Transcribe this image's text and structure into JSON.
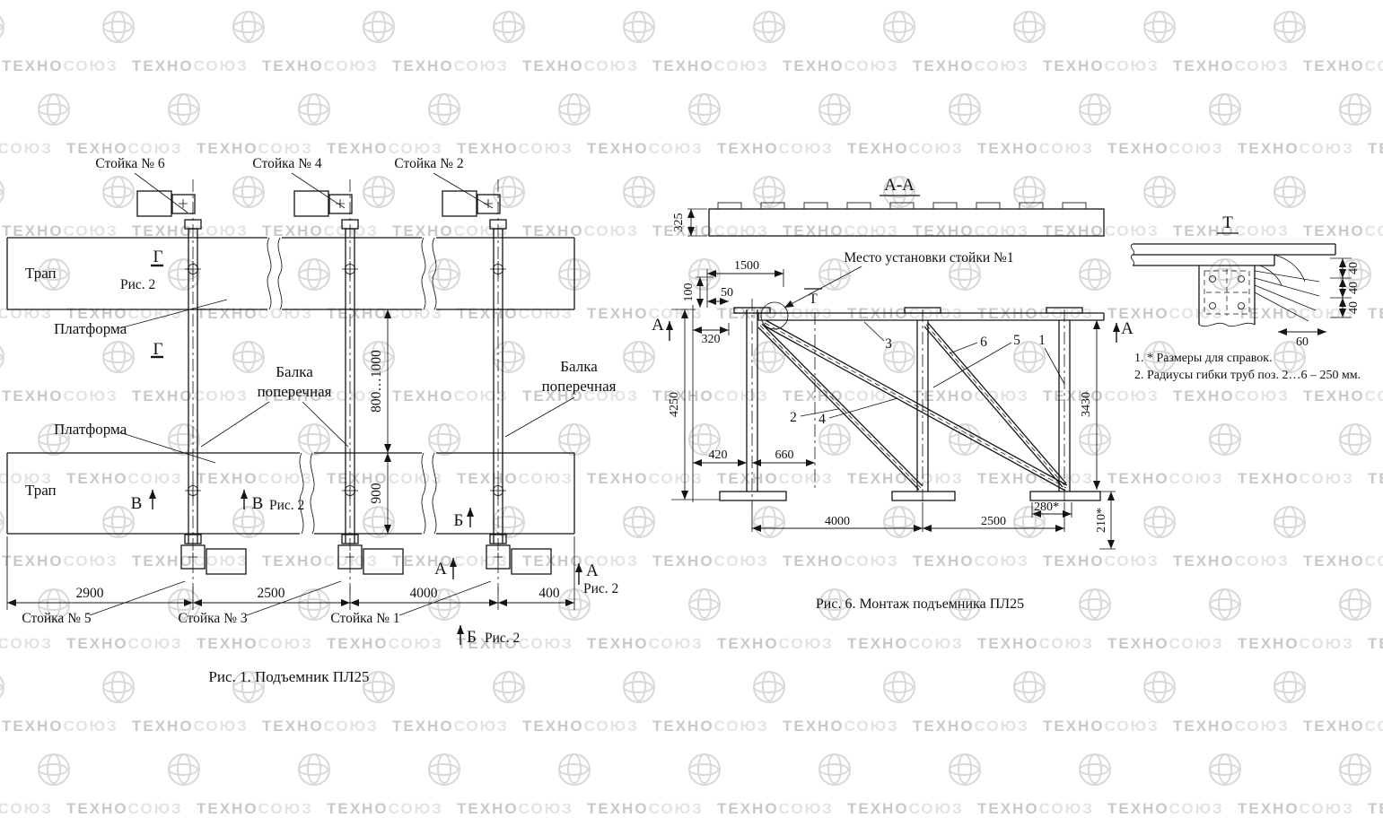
{
  "watermark": {
    "text_bold": "ТЕХНО",
    "text_light": "СОЮЗ"
  },
  "fig1": {
    "caption": "Рис. 1. Подъемник ПЛ25",
    "labels": {
      "stojka6": "Стойка № 6",
      "stojka4": "Стойка № 4",
      "stojka2": "Стойка № 2",
      "stojka5": "Стойка № 5",
      "stojka3": "Стойка № 3",
      "stojka1": "Стойка № 1",
      "trap": "Трап",
      "platforma": "Платформа",
      "balka_line1": "Балка",
      "balka_line2": "поперечная",
      "ris2": "Рис. 2"
    },
    "dims": {
      "gap": "800…1000",
      "lower_width": "900",
      "left_span": "2900",
      "mid_span": "2500",
      "right_span": "4000",
      "overhang": "400"
    },
    "marks": {
      "g": "Г",
      "v": "В",
      "b": "Б",
      "a": "А"
    }
  },
  "fig6": {
    "caption": "Рис. 6. Монтаж подъемника ПЛ25",
    "section_title": "А-А",
    "place_note": "Место установки стойки №1",
    "marks": {
      "a": "А",
      "t": "Т"
    },
    "parts": {
      "p1": "1",
      "p2": "2",
      "p3": "3",
      "p4": "4",
      "p5": "5",
      "p6": "6"
    },
    "dims": {
      "d325": "325",
      "d1500": "1500",
      "d100": "100",
      "d50": "50",
      "d320": "320",
      "d4250": "4250",
      "d420": "420",
      "d660": "660",
      "d3430": "3430",
      "d280": "280*",
      "d4000": "4000",
      "d2500": "2500",
      "d210": "210*"
    }
  },
  "detail": {
    "mark": "Т",
    "dims": {
      "d40a": "40",
      "d40b": "40",
      "d40c": "40",
      "d60": "60"
    },
    "notes": {
      "n1": "1. * Размеры для справок.",
      "n2": "2. Радиусы гибки труб поз. 2…6 – 250 мм."
    }
  }
}
